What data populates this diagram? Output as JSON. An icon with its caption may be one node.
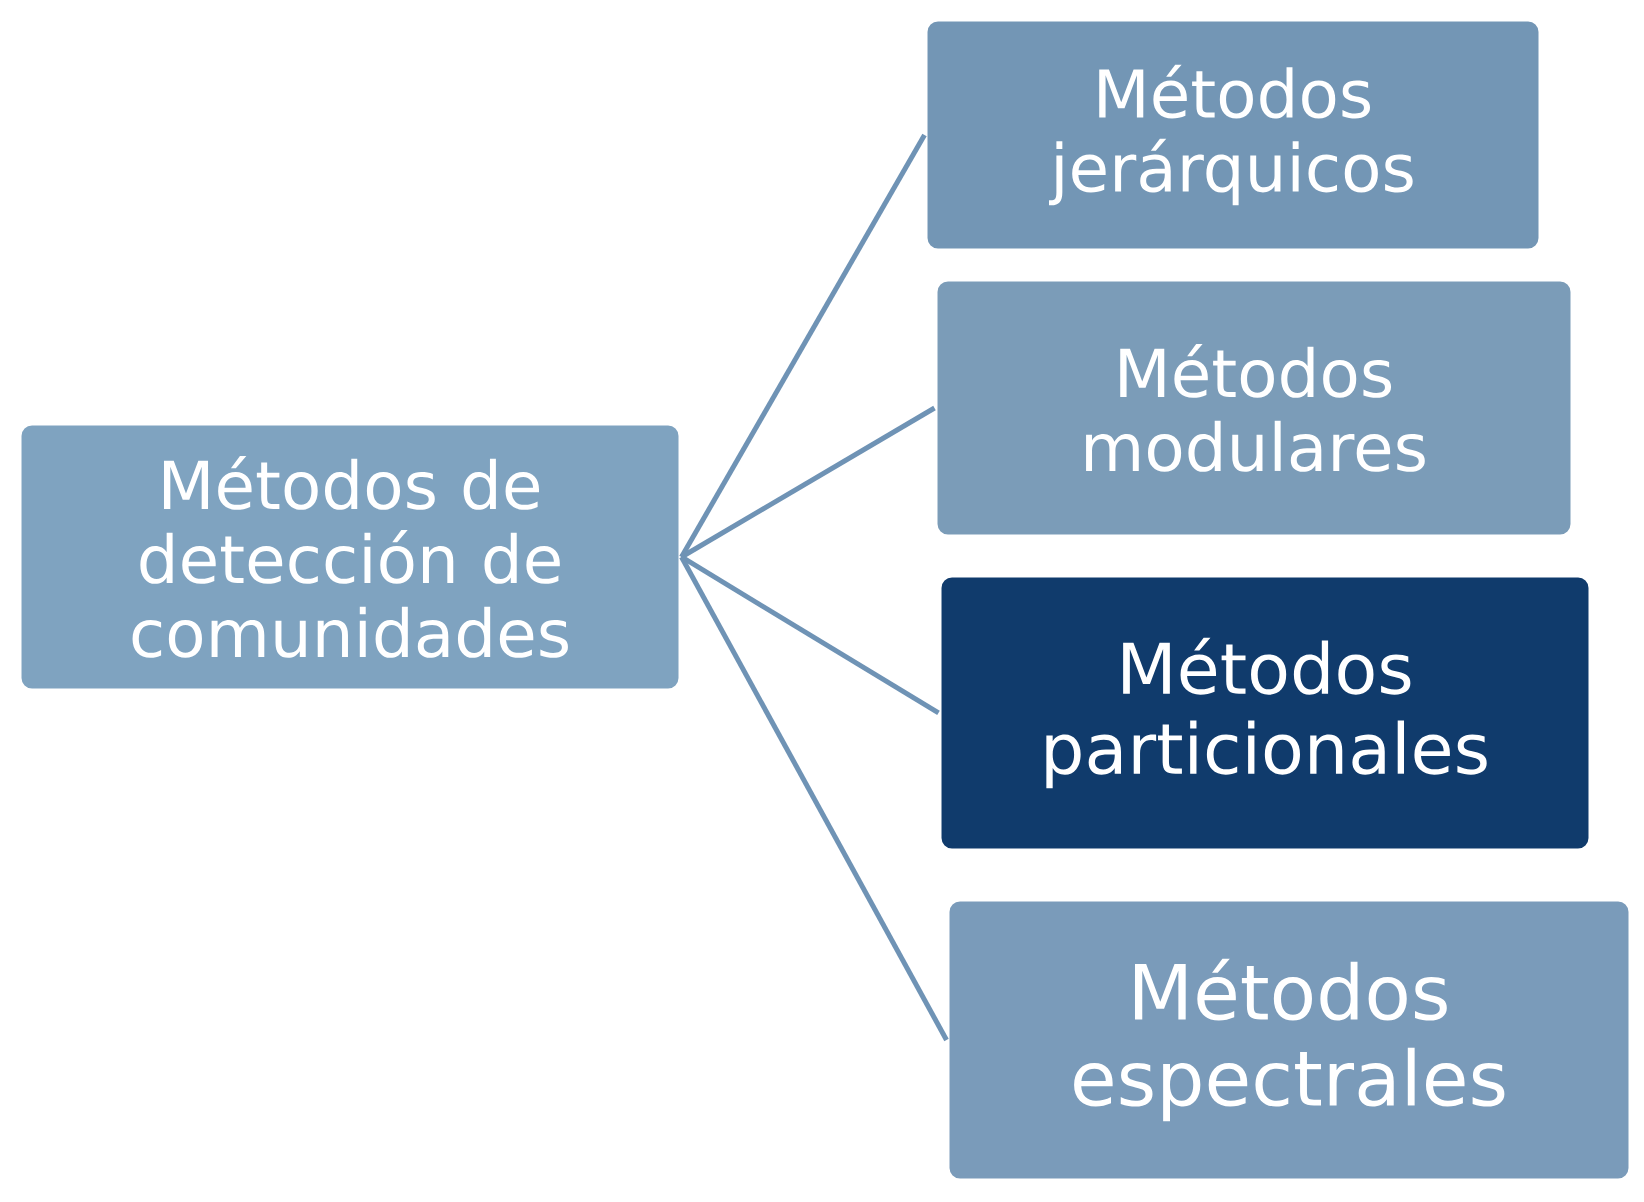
{
  "diagram": {
    "nodes": [
      {
        "text": [
          "Métodos de detección de comunidades"
        ]
      },
      {
        "text": [
          "Métodos jerárquicos"
        ]
      },
      {
        "text": [
          "Métodos modulares"
        ]
      },
      {
        "text": [
          "Métodos particionales"
        ]
      },
      {
        "text": [
          "Métodos espectrales"
        ]
      }
    ],
    "edges": [
      {
        "from": 0,
        "to": 1,
        "arrow": "none"
      },
      {
        "from": 0,
        "to": 2,
        "arrow": "none"
      },
      {
        "from": 0,
        "to": 3,
        "arrow": "none"
      },
      {
        "from": 0,
        "to": 4,
        "arrow": "none"
      }
    ]
  }
}
